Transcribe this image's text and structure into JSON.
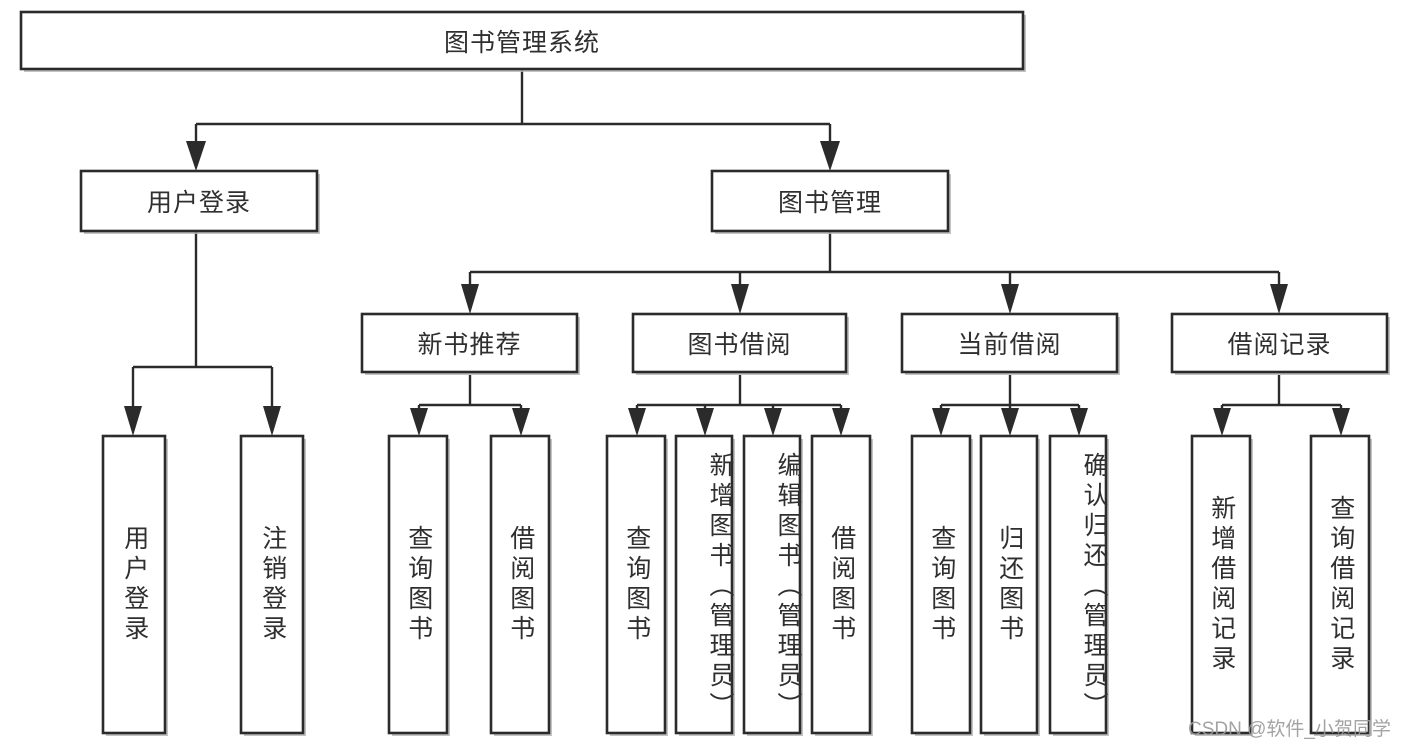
{
  "diagram": {
    "type": "hierarchy-tree",
    "title": "图书管理系统",
    "watermark": "CSDN @软件_小贺同学",
    "colors": {
      "box_stroke": "#2b2b2b",
      "box_fill": "#ffffff",
      "text": "#2f2f2f",
      "connector": "#2b2b2b",
      "watermark": "#9a9a9a",
      "background": "#ffffff"
    },
    "levels": {
      "root": {
        "label": "图书管理系统"
      },
      "level2": [
        {
          "label": "用户登录"
        },
        {
          "label": "图书管理"
        }
      ],
      "level3": [
        {
          "label": "新书推荐"
        },
        {
          "label": "图书借阅"
        },
        {
          "label": "当前借阅"
        },
        {
          "label": "借阅记录"
        }
      ],
      "leaves": {
        "user_login": [
          {
            "label": "用户登录"
          },
          {
            "label": "注销登录"
          }
        ],
        "new_book": [
          {
            "label": "查询图书"
          },
          {
            "label": "借阅图书"
          }
        ],
        "book_borrow": [
          {
            "label": "查询图书"
          },
          {
            "label": "新增图书（管理员）"
          },
          {
            "label": "编辑图书（管理员）"
          },
          {
            "label": "借阅图书"
          }
        ],
        "current_borrow": [
          {
            "label": "查询图书"
          },
          {
            "label": "归还图书"
          },
          {
            "label": "确认归还（管理员）"
          }
        ],
        "borrow_record": [
          {
            "label": "新增借阅记录"
          },
          {
            "label": "查询借阅记录"
          }
        ]
      }
    }
  }
}
